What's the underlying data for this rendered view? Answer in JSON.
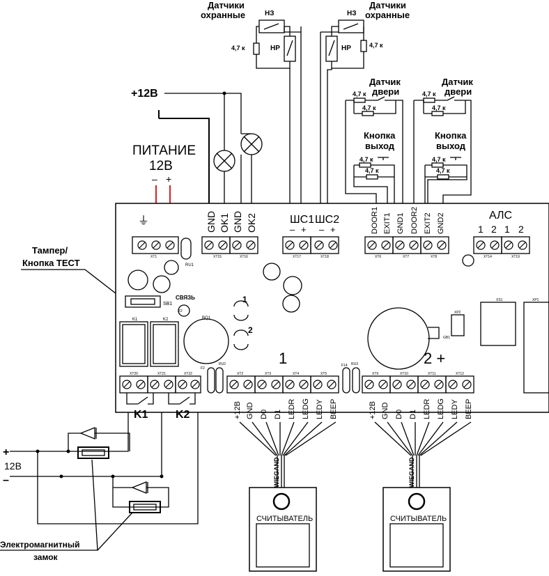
{
  "sensors_left": {
    "title_line1": "Датчики",
    "title_line2": "охранные",
    "nc": "НЗ",
    "no": "НР",
    "resistor": "4,7 к"
  },
  "sensors_right": {
    "title_line1": "Датчики",
    "title_line2": "охранные",
    "nc": "НЗ",
    "no": "НР",
    "resistor": "4,7 к"
  },
  "door1": {
    "sensor_line1": "Датчик",
    "sensor_line2": "двери",
    "button_line1": "Кнопка",
    "button_line2": "выход",
    "resistor": "4,7 к"
  },
  "door2": {
    "sensor_line1": "Датчик",
    "sensor_line2": "двери",
    "button_line1": "Кнопка",
    "button_line2": "выход",
    "resistor": "4,7 к"
  },
  "power_rail": "+12В",
  "power": {
    "title_line1": "ПИТАНИЕ",
    "title_line2": "12В",
    "minus": "–",
    "plus": "+"
  },
  "tamper": {
    "line1": "Тампер/",
    "line2": "Кнопка ТЕСТ"
  },
  "board": {
    "labels_top": [
      "GND",
      "OK1",
      "GND",
      "OK2"
    ],
    "loops": {
      "sh1": "ШС1",
      "sh2": "ШС2",
      "minus": "–",
      "plus": "+"
    },
    "door_labels": [
      "DOOR1",
      "EXIT1",
      "GND1",
      "DOOR2",
      "EXIT2",
      "GND2"
    ],
    "als": {
      "title": "АЛС",
      "pins": [
        "1",
        "2",
        "1",
        "2"
      ]
    },
    "connectors_top": [
      "XT1",
      "XT15",
      "XT16",
      "XT17",
      "XT18",
      "XT6",
      "XT7",
      "XT8",
      "XT14",
      "XT19"
    ],
    "parts": {
      "sb1": "SB1",
      "ru1": "RU1",
      "svyaz": "СВЯЗЬ",
      "bq1": "BQ1",
      "k1": "K1",
      "k2": "K2",
      "f2": "F2",
      "ru2": "RU2",
      "f14": "F14",
      "ru3": "RU3",
      "xs1": "XS1",
      "xp1": "XP1",
      "xp2": "XP2",
      "gb1": "GB1",
      "z2": "Z2"
    },
    "leds": [
      "1",
      "2"
    ],
    "reader_ports": [
      "1",
      "2 +"
    ],
    "connectors_bottom": [
      "XT20",
      "XT21",
      "XT22",
      "XT2",
      "XT3",
      "XT4",
      "XT5",
      "XT9",
      "XT10",
      "XT11",
      "XT12"
    ],
    "relay_labels": [
      "K1",
      "K2"
    ],
    "wiegand_pins": [
      "+12В",
      "GND",
      "D0",
      "D1",
      "LEDR",
      "LEDG",
      "LEDY",
      "BEEP"
    ]
  },
  "supply": {
    "plus": "+",
    "minus": "–",
    "voltage": "12В"
  },
  "lock": {
    "line1": "Электромагнитный",
    "line2": "замок"
  },
  "readers": [
    {
      "bus": "WIEGAND",
      "label": "СЧИТЫВАТЕЛЬ"
    },
    {
      "bus": "WIEGAND",
      "label": "СЧИТЫВАТЕЛЬ"
    }
  ]
}
